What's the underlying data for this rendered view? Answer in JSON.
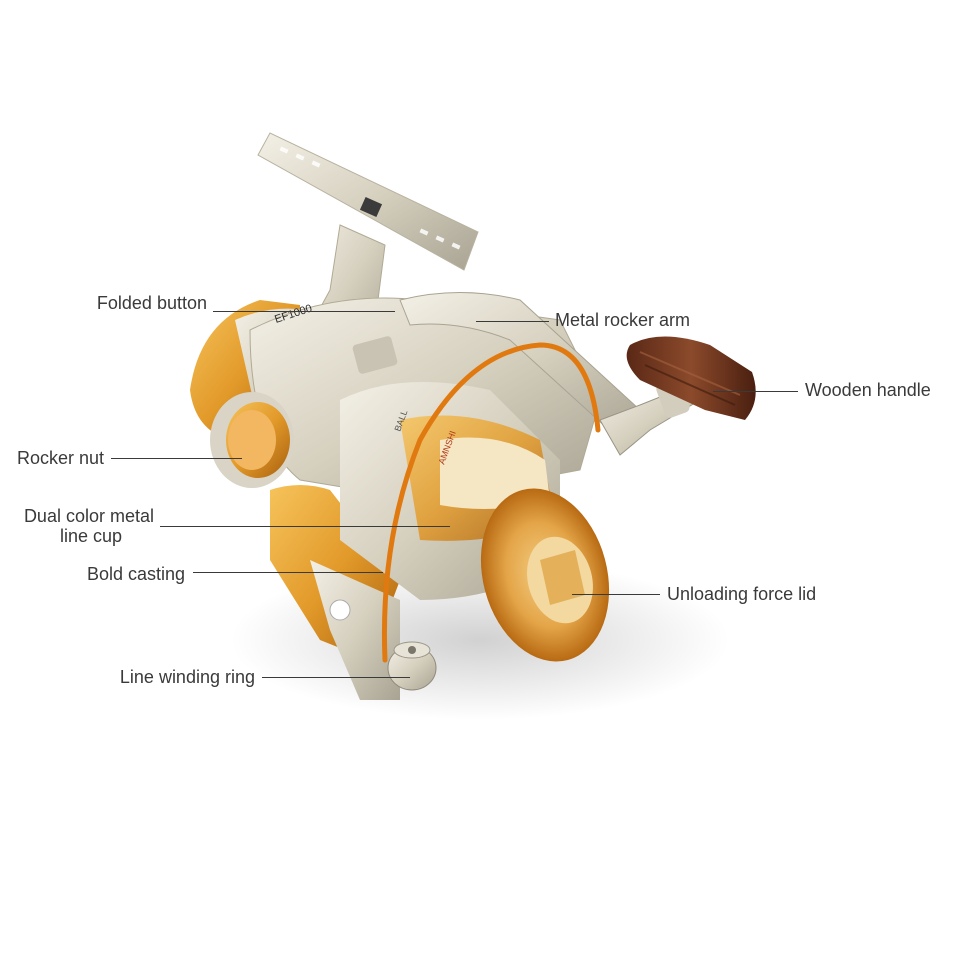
{
  "product": {
    "model_marking": "EF1000",
    "body_marking_1": "BALL",
    "body_marking_2": "AMNSHI"
  },
  "callouts": {
    "folded_button": "Folded button",
    "metal_rocker_arm": "Metal rocker arm",
    "wooden_handle": "Wooden handle",
    "rocker_nut": "Rocker nut",
    "dual_color_cup_line1": "Dual color metal",
    "dual_color_cup_line2": "line cup",
    "bold_casting": "Bold casting",
    "unloading_force_lid": "Unloading force lid",
    "line_winding_ring": "Line winding ring"
  },
  "colors": {
    "silver": "#d9d4c6",
    "gold": "#e29a2a",
    "orange_line": "#e07a10",
    "wood": "#7a3b22",
    "text": "#3a3a3a"
  }
}
